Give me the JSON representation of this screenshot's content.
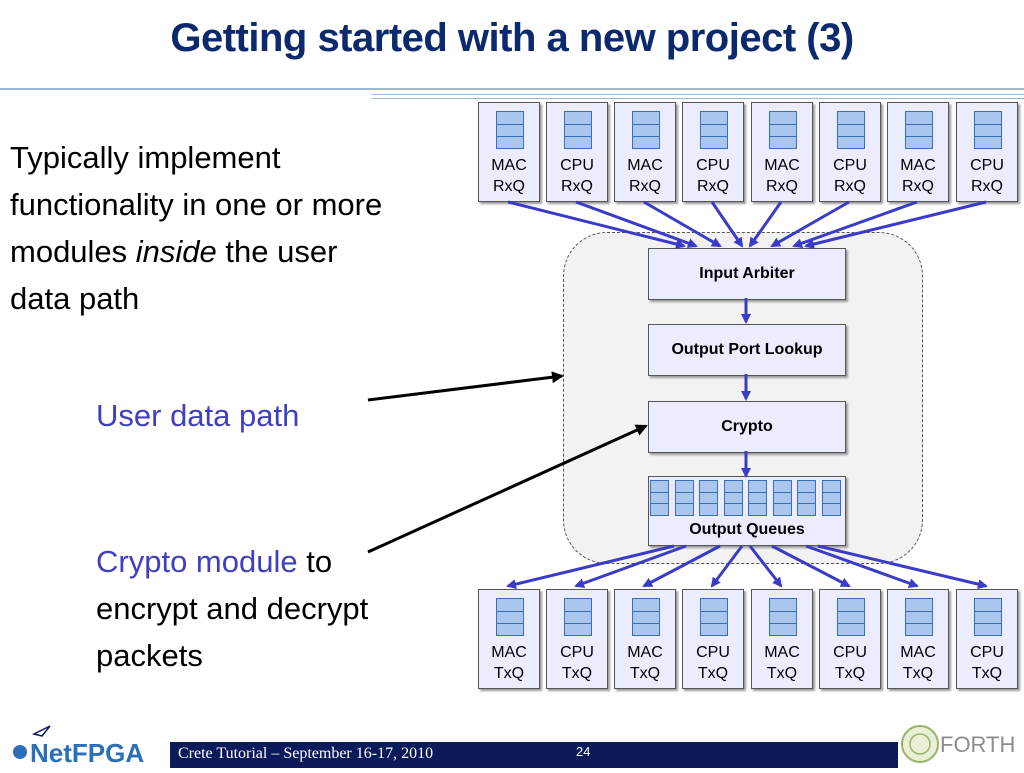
{
  "title": "Getting started with a new project (3)",
  "body_text": {
    "prefix": "Typically implement functionality in one or more modules ",
    "emphasis": "inside",
    "suffix": " the user data path"
  },
  "user_data_path_label": "User data path",
  "crypto_text": {
    "highlight": "Crypto module",
    "rest": " to encrypt and decrypt packets"
  },
  "rx_queues": [
    {
      "line1": "MAC",
      "line2": "RxQ"
    },
    {
      "line1": "CPU",
      "line2": "RxQ"
    },
    {
      "line1": "MAC",
      "line2": "RxQ"
    },
    {
      "line1": "CPU",
      "line2": "RxQ"
    },
    {
      "line1": "MAC",
      "line2": "RxQ"
    },
    {
      "line1": "CPU",
      "line2": "RxQ"
    },
    {
      "line1": "MAC",
      "line2": "RxQ"
    },
    {
      "line1": "CPU",
      "line2": "RxQ"
    }
  ],
  "tx_queues": [
    {
      "line1": "MAC",
      "line2": "TxQ"
    },
    {
      "line1": "CPU",
      "line2": "TxQ"
    },
    {
      "line1": "MAC",
      "line2": "TxQ"
    },
    {
      "line1": "CPU",
      "line2": "TxQ"
    },
    {
      "line1": "MAC",
      "line2": "TxQ"
    },
    {
      "line1": "CPU",
      "line2": "TxQ"
    },
    {
      "line1": "MAC",
      "line2": "TxQ"
    },
    {
      "line1": "CPU",
      "line2": "TxQ"
    }
  ],
  "modules": {
    "input_arbiter": "Input Arbiter",
    "output_port_lookup": "Output Port Lookup",
    "crypto": "Crypto",
    "output_queues": "Output Queues"
  },
  "footer": {
    "text": "Crete Tutorial – September 16-17, 2010",
    "page_number": "24"
  },
  "logos": {
    "left": "NetFPGA",
    "right": "FORTH"
  },
  "colors": {
    "title": "#0b2a6e",
    "accent_text": "#3f3fbf",
    "arrow": "#3b3bc8",
    "box_fill": "#ececff",
    "footer_bar": "#0b1a5a"
  }
}
